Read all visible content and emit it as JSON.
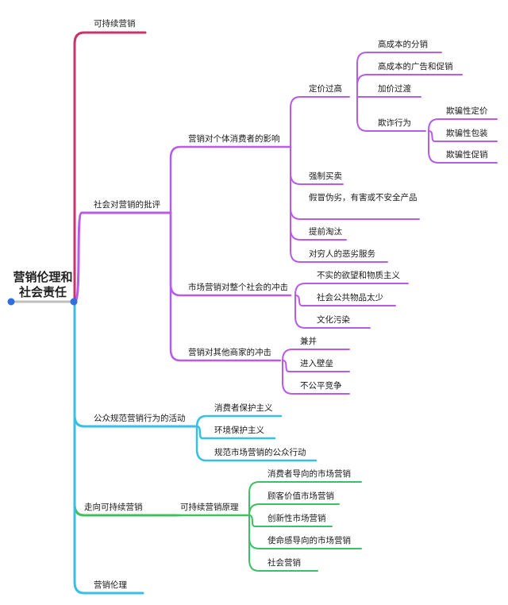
{
  "root": {
    "line1": "营销伦理和",
    "line2": "社会责任"
  },
  "colors": {
    "crimson": "#c8336a",
    "purple": "#b75ce8",
    "cyan": "#38bfe6",
    "green": "#3fbf63",
    "rootline": "#bfbfbf",
    "dot": "#2f6fe0"
  },
  "branches": {
    "b1": "可持续营销",
    "b2": {
      "label": "社会对营销的批评",
      "c1": {
        "label": "营销对个体消费者的影响",
        "d1": {
          "label": "定价过高",
          "items": [
            "高成本的分销",
            "高成本的广告和促销",
            "加价过渡"
          ],
          "deceit": {
            "label": "欺诈行为",
            "items": [
              "欺骗性定价",
              "欺骗性包装",
              "欺骗性促销"
            ]
          }
        },
        "items": [
          "强制买卖",
          "假冒伪劣，有害或不安全产品",
          "提前淘汰",
          "对穷人的恶劣服务"
        ]
      },
      "c2": {
        "label": "市场营销对整个社会的冲击",
        "items": [
          "不实的欲望和物质主义",
          "社会公共物品太少",
          "文化污染"
        ]
      },
      "c3": {
        "label": "营销对其他商家的冲击",
        "items": [
          "兼并",
          "进入壁垒",
          "不公平竞争"
        ]
      }
    },
    "b3": {
      "label": "公众规范营销行为的活动",
      "items": [
        "消费者保护主义",
        "环境保护主义",
        "规范市场营销的公众行动"
      ]
    },
    "b4": {
      "label": "走向可持续营销",
      "sub": {
        "label": "可持续营销原理",
        "items": [
          "消费者导向的市场营销",
          "顾客价值市场营销",
          "创新性市场营销",
          "使命感导向的市场营销",
          "社会营销"
        ]
      }
    },
    "b5": "营销伦理"
  }
}
